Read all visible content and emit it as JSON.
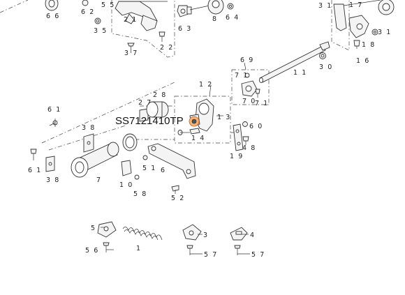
{
  "highlight": {
    "part_number": "SS7121410TP"
  },
  "callouts": {
    "c66": "6 6",
    "c62": "6 2",
    "c55": "5 5",
    "c35": "3 5",
    "c21": "2 1",
    "c37": "3 7",
    "c22": "2 2",
    "c63": "6 3",
    "c8": "8",
    "c64": "6 4",
    "c31a": "3 1",
    "c17": "1 7",
    "c31b": "3 1",
    "c18": "1 8",
    "c30": "3 0",
    "c16": "1 6",
    "c69": "6 9",
    "c71a": "7 1",
    "c11": "1 1",
    "c70": "7 0",
    "c71b": "7 1",
    "c12": "1 2",
    "c27": "2 7",
    "c28": "2 8",
    "c61a": "6 1",
    "c13": "1 3",
    "c38a": "3 8",
    "c60": "6 0",
    "c14": "1 4",
    "c48": "4 8",
    "c19": "1 9",
    "c61b": "6 1",
    "c38b": "3 8",
    "c7": "7",
    "c51": "5 1",
    "c6": "6",
    "c10": "1 0",
    "c58": "5 8",
    "c52": "5 2",
    "c5": "5",
    "c3": "3",
    "c4": "4",
    "c56": "5 6",
    "c1": "1",
    "c57a": "5 7",
    "c57b": "5 7"
  },
  "colors": {
    "highlight_fill": "#f2b27a",
    "line": "#333333"
  }
}
